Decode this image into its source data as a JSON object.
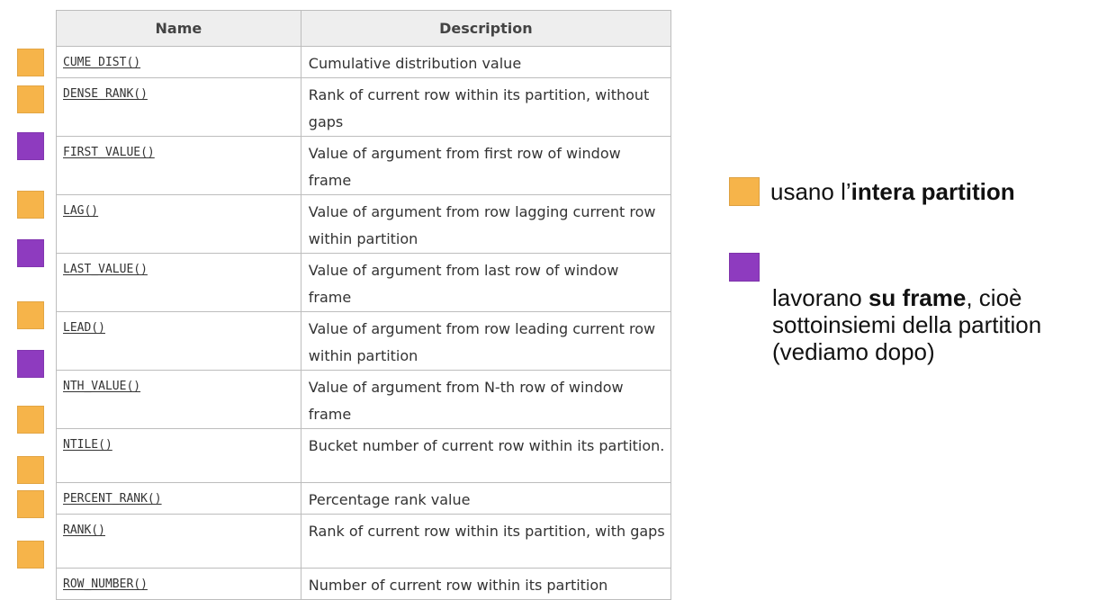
{
  "table": {
    "headers": {
      "name": "Name",
      "description": "Description"
    },
    "rows": [
      {
        "name": "CUME_DIST()",
        "description": "Cumulative distribution value",
        "group": "partition"
      },
      {
        "name": "DENSE_RANK()",
        "description": "Rank of current row within its partition, without gaps",
        "group": "partition"
      },
      {
        "name": "FIRST_VALUE()",
        "description": "Value of argument from first row of window frame",
        "group": "frame"
      },
      {
        "name": "LAG()",
        "description": "Value of argument from row lagging current row within partition",
        "group": "partition"
      },
      {
        "name": "LAST_VALUE()",
        "description": "Value of argument from last row of window frame",
        "group": "frame"
      },
      {
        "name": "LEAD()",
        "description": "Value of argument from row leading current row within partition",
        "group": "partition"
      },
      {
        "name": "NTH_VALUE()",
        "description": "Value of argument from N-th row of window frame",
        "group": "frame"
      },
      {
        "name": "NTILE()",
        "description": "Bucket number of current row within its partition.",
        "group": "partition"
      },
      {
        "name": "PERCENT_RANK()",
        "description": "Percentage rank value",
        "group": "partition"
      },
      {
        "name": "RANK()",
        "description": "Rank of current row within its partition, with gaps",
        "group": "partition"
      },
      {
        "name": "ROW_NUMBER()",
        "description": "Number of current row within its partition",
        "group": "partition"
      }
    ]
  },
  "colors": {
    "partition": "#f6b44a",
    "frame": "#8e3bbf"
  },
  "legend": {
    "partition": {
      "prefix": "usano l’",
      "bold": "intera partition",
      "suffix": ""
    },
    "frame": {
      "prefix": "lavorano ",
      "bold": "su frame",
      "suffix": ", cioè sottoinsiemi della partition (vediamo dopo)"
    }
  }
}
